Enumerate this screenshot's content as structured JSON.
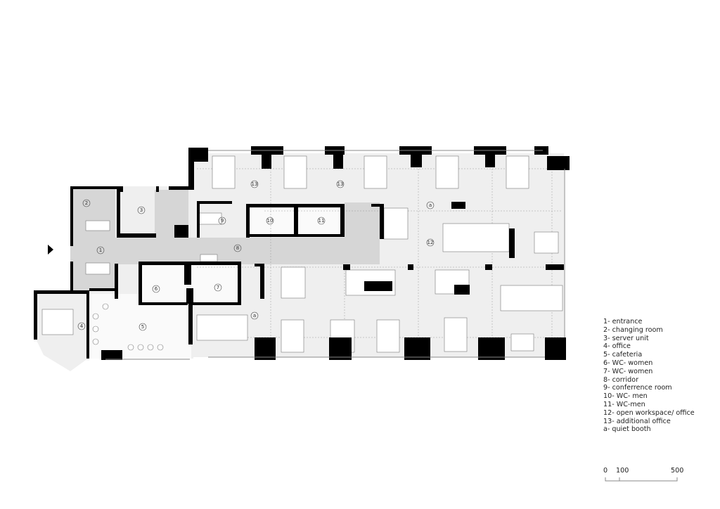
{
  "plan": {
    "room_markers": [
      "1",
      "2",
      "3",
      "4",
      "5",
      "6",
      "7",
      "8",
      "9",
      "10",
      "11",
      "12",
      "13",
      "13",
      "a",
      "a"
    ],
    "colors": {
      "wall": "#000000",
      "floor": "#efefef",
      "corridor": "#d6d6d6",
      "furniture": "#ffffff",
      "line": "#777777"
    }
  },
  "legend": {
    "items": [
      "1- entrance",
      "2- changing room",
      "3- server unit",
      "4- office",
      "5- cafeteria",
      "6- WC- women",
      "7- WC- women",
      "8- corridor",
      "9- conferrence room",
      "10- WC- men",
      "11- WC-men",
      "12-  open workspace/ office",
      "13- additional office",
      "a- quiet booth"
    ]
  },
  "scale_bar": {
    "labels": [
      "0",
      "100",
      "500"
    ]
  }
}
